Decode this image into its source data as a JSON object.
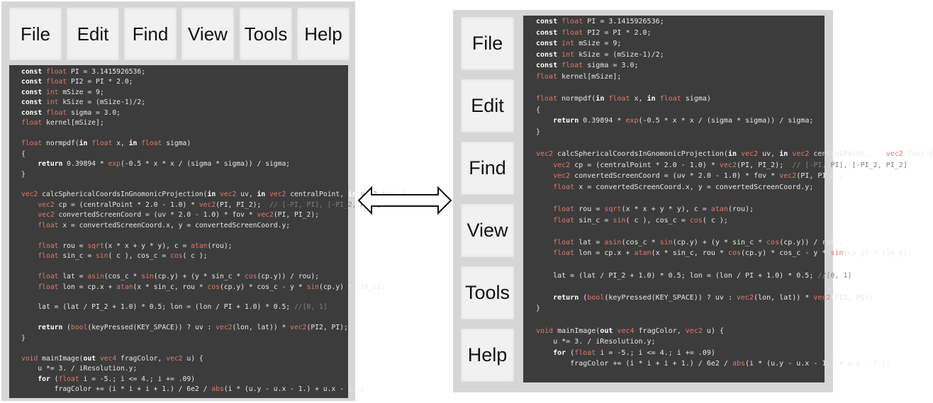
{
  "menu": {
    "file": "File",
    "edit": "Edit",
    "find": "Find",
    "view": "View",
    "tools": "Tools",
    "help": "Help"
  },
  "code_lines": [
    "const float PI = 3.1415926536;",
    "const float PI2 = PI * 2.0;",
    "const int mSize = 9;",
    "const int kSize = (mSize-1)/2;",
    "const float sigma = 3.0;",
    "float kernel[mSize];",
    "",
    "float normpdf(in float x, in float sigma)",
    "{",
    "    return 0.39894 * exp(-0.5 * x * x / (sigma * sigma)) / sigma;",
    "}",
    "",
    "vec2 calcSphericalCoordsInGnomonicProjection(in vec2 uv, in vec2 centralPoint, in vec2 fov) {",
    "    vec2 cp = (centralPoint * 2.0 - 1.0) * vec2(PI, PI_2);  // [-PI, PI], [-PI_2, PI_2]",
    "    vec2 convertedScreenCoord = (uv * 2.0 - 1.0) * fov * vec2(PI, PI_2);",
    "    float x = convertedScreenCoord.x, y = convertedScreenCoord.y;",
    "",
    "    float rou = sqrt(x * x + y * y), c = atan(rou);",
    "    float sin_c = sin( c ), cos_c = cos( c );",
    "",
    "    float lat = asin(cos_c * sin(cp.y) + (y * sin_c * cos(cp.y)) / rou);",
    "    float lon = cp.x + atan(x * sin_c, rou * cos(cp.y) * cos_c - y * sin(cp.y) * sin_c);",
    "",
    "    lat = (lat / PI_2 + 1.0) * 0.5; lon = (lon / PI + 1.0) * 0.5; //[0, 1]",
    "",
    "    return (bool(keyPressed(KEY_SPACE)) ? uv : vec2(lon, lat)) * vec2(PI2, PI);",
    "}",
    "",
    "void mainImage(out vec4 fragColor, vec2 u) {",
    "    u *= 3. / iResolution.y;",
    "    for (float i = -5.; i <= 4.; i += .09)",
    "        fragColor += (i * i + i + 1.) / 6e2 / abs(i * (u.y - u.x - 1.) + u.x - 1.);"
  ]
}
